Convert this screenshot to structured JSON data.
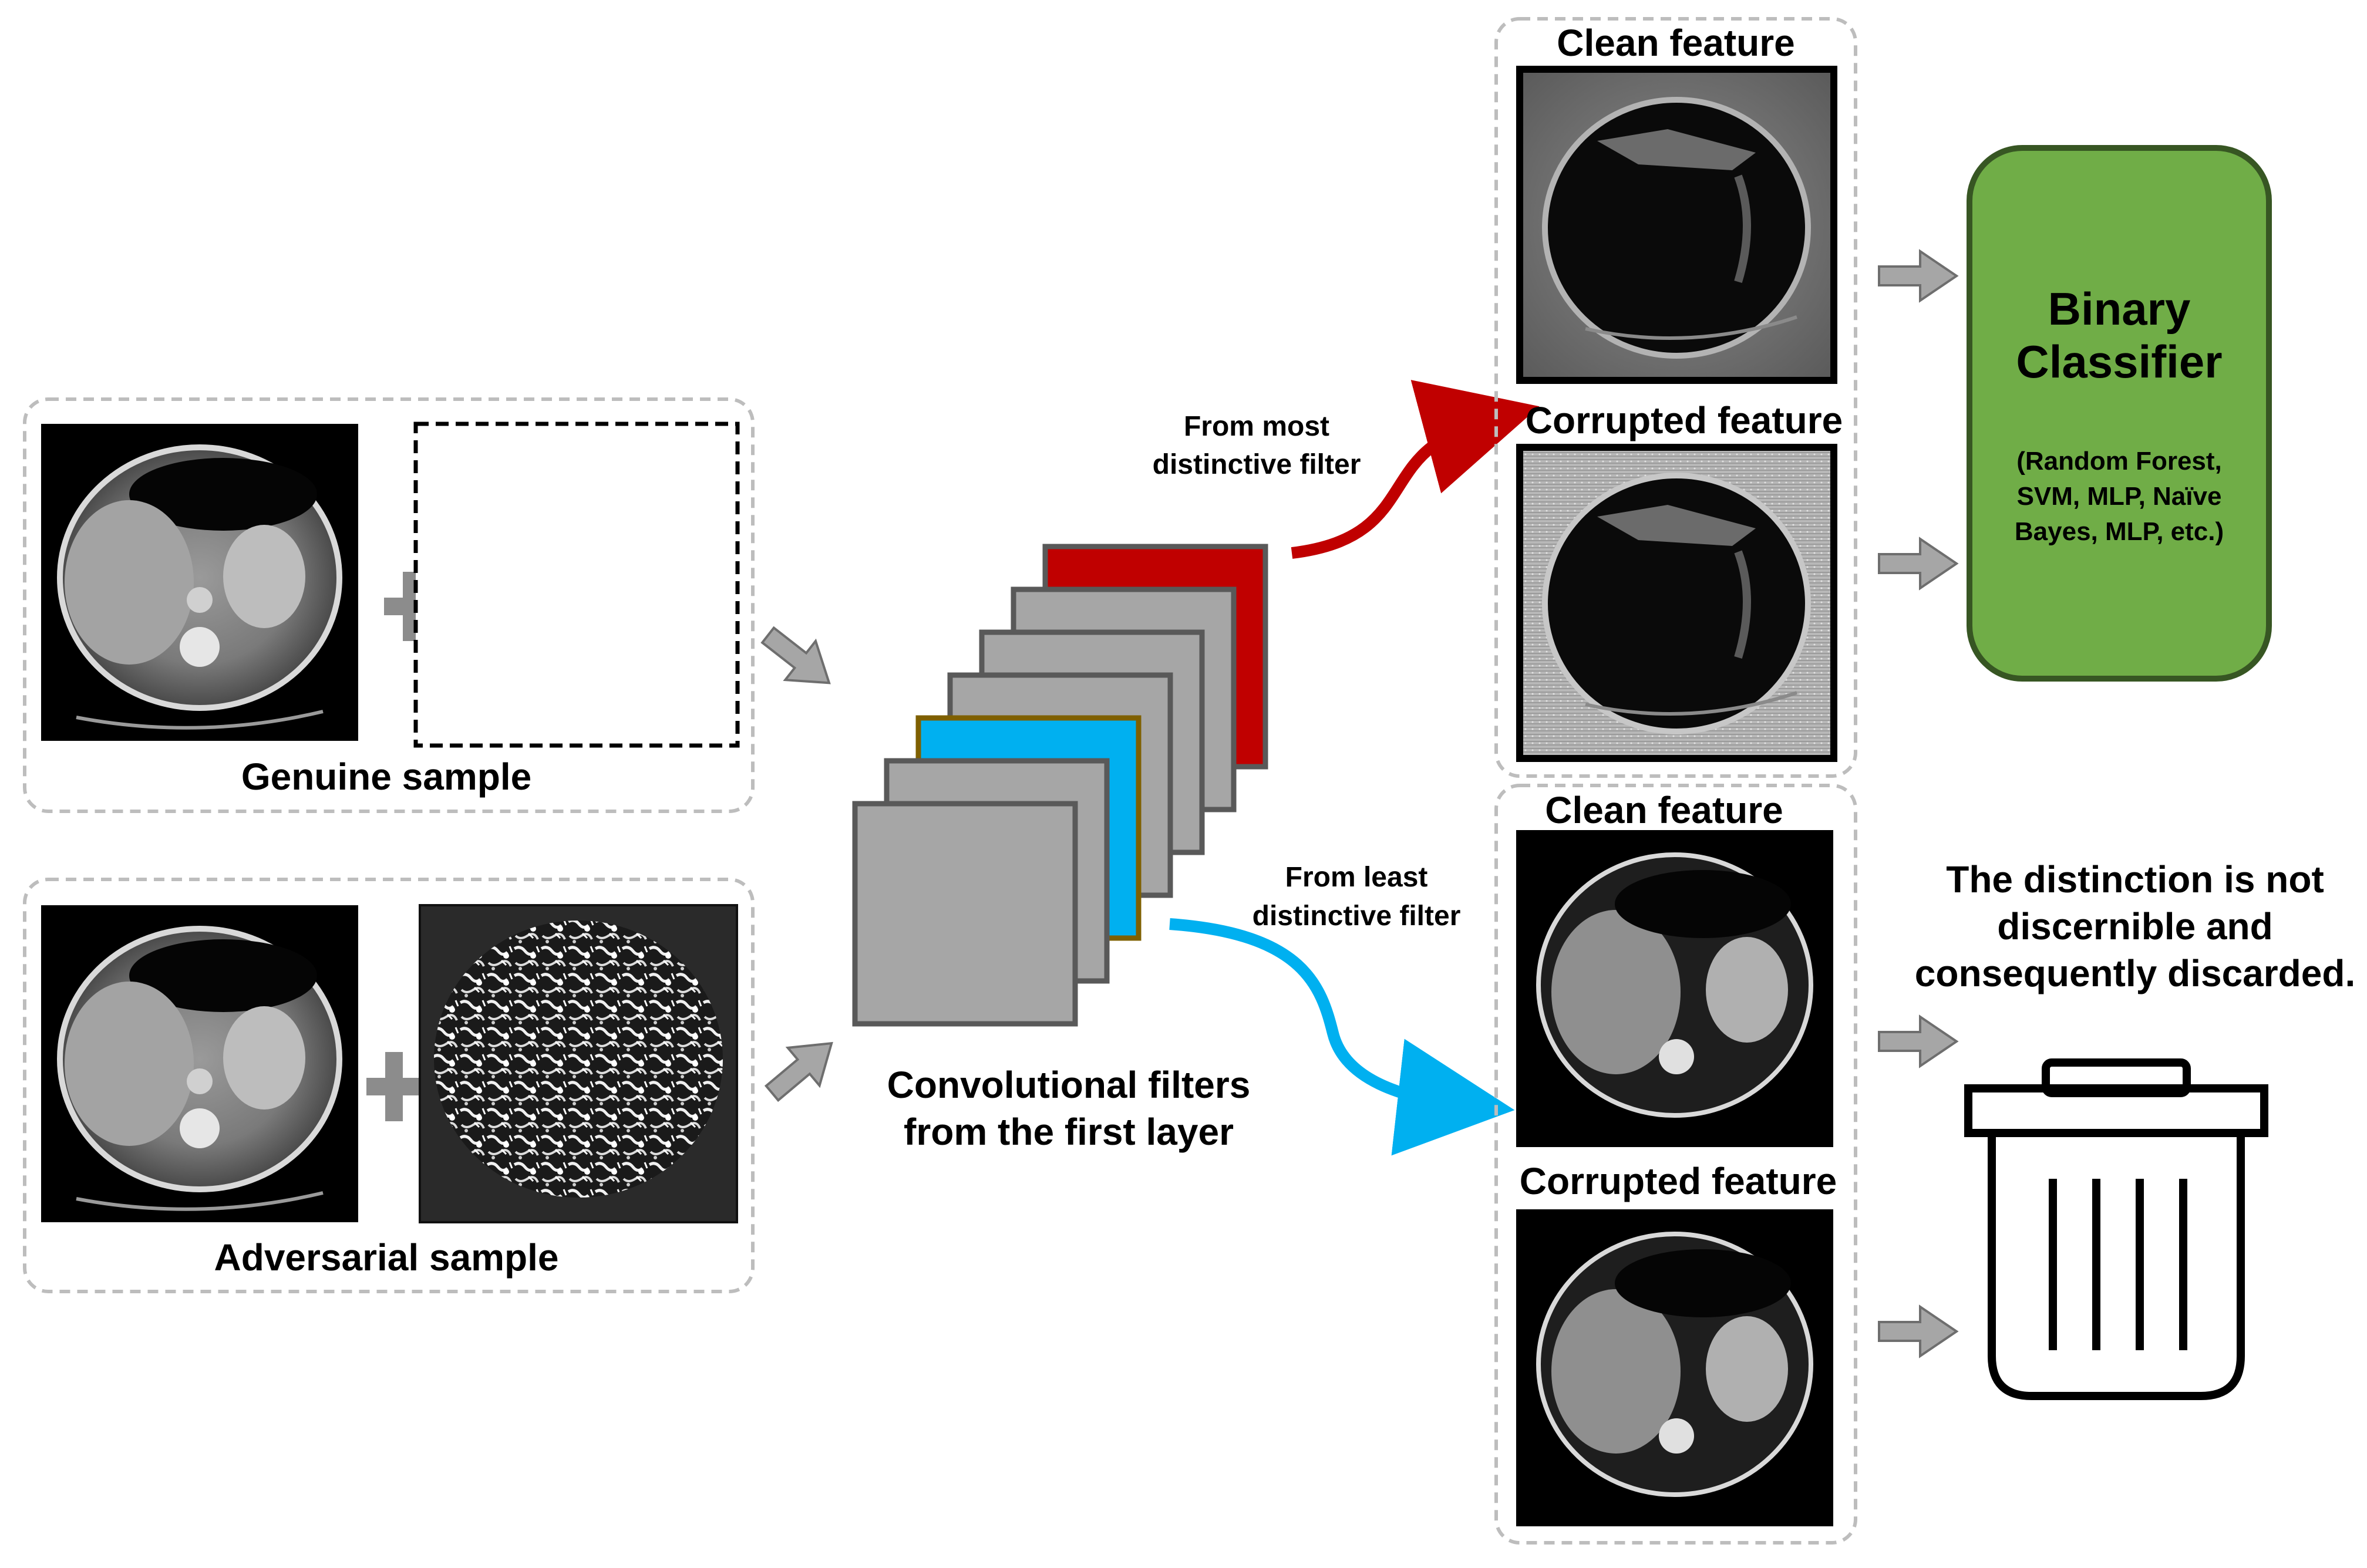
{
  "inputs": {
    "genuine_label": "Genuine sample",
    "adversarial_label": "Adversarial sample"
  },
  "filters": {
    "label_line1": "Convolutional filters",
    "label_line2": "from the first layer",
    "filter_count": 7,
    "most_distinctive_index": 6,
    "least_distinctive_index": 2
  },
  "routes": {
    "most_line1": "From most",
    "most_line2": "distinctive filter",
    "least_line1": "From least",
    "least_line2": "distinctive filter"
  },
  "features": {
    "top_clean": "Clean feature",
    "top_corrupted": "Corrupted feature",
    "bottom_clean": "Clean feature",
    "bottom_corrupted": "Corrupted feature"
  },
  "classifier": {
    "title_line1": "Binary",
    "title_line2": "Classifier",
    "examples_line1": "(Random Forest,",
    "examples_line2": "SVM, MLP, Naïve",
    "examples_line3": "Bayes, MLP, etc.)"
  },
  "discard": {
    "line1": "The distinction is not",
    "line2": "discernible and",
    "line3": "consequently discarded."
  },
  "colors": {
    "filter_gray": "#a6a6a6",
    "most_distinctive": "#c00000",
    "least_distinctive": "#00b0f0",
    "least_border": "#7f6000",
    "classifier_fill": "#70ad47",
    "classifier_border": "#375623",
    "arrow_gray": "#8c8c8c"
  }
}
